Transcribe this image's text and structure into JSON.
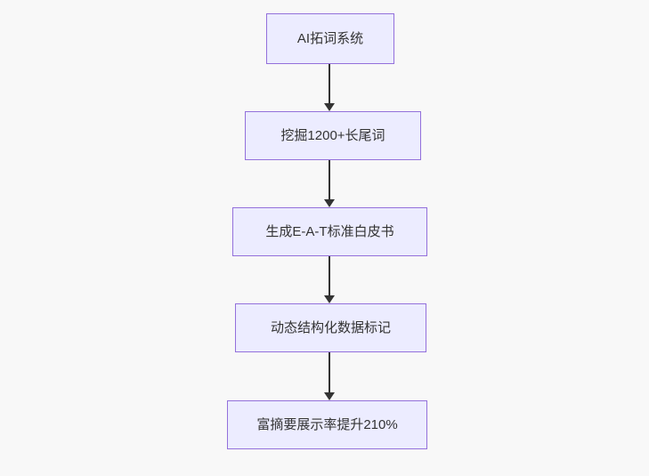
{
  "colors": {
    "background": "#f8f8f8",
    "node_fill": "#ECECFF",
    "node_border": "#9370DB",
    "text": "#333333",
    "arrow": "#333333"
  },
  "diagram": {
    "type": "flowchart",
    "direction": "top-down",
    "nodes": [
      {
        "id": "n1",
        "label": "AI拓词系统"
      },
      {
        "id": "n2",
        "label": "挖掘1200+长尾词"
      },
      {
        "id": "n3",
        "label": "生成E-A-T标准白皮书"
      },
      {
        "id": "n4",
        "label": "动态结构化数据标记"
      },
      {
        "id": "n5",
        "label": "富摘要展示率提升210%"
      }
    ],
    "edges": [
      {
        "from": "n1",
        "to": "n2",
        "style": "arrow-down"
      },
      {
        "from": "n2",
        "to": "n3",
        "style": "arrow-down"
      },
      {
        "from": "n3",
        "to": "n4",
        "style": "arrow-down"
      },
      {
        "from": "n4",
        "to": "n5",
        "style": "arrow-down"
      }
    ]
  }
}
